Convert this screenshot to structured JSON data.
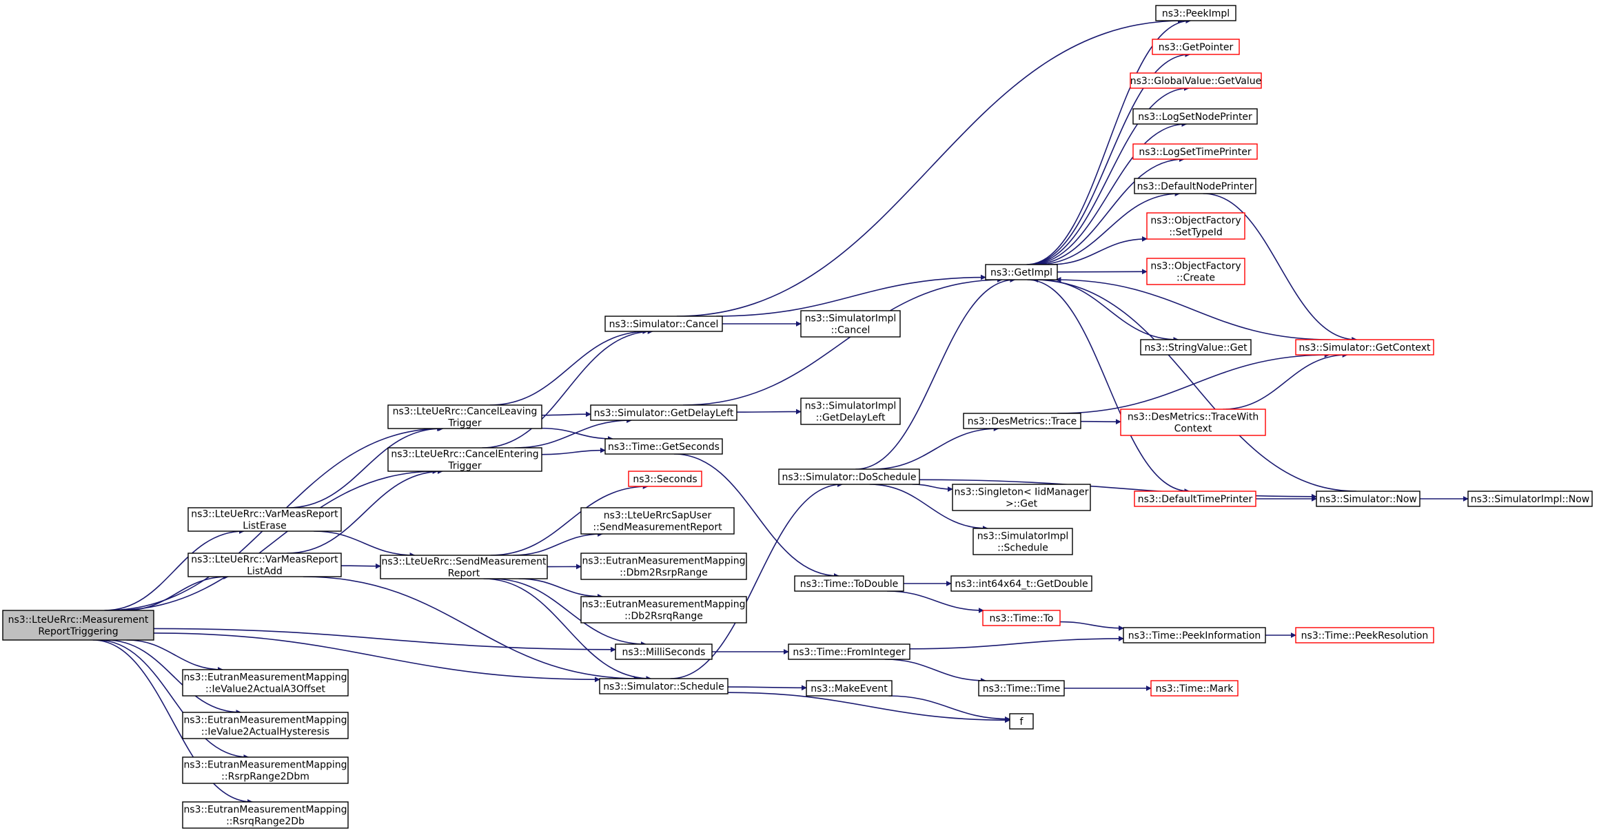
{
  "colors": {
    "edge": "#191970",
    "border_normal": "#000000",
    "border_truncated": "#ff0000",
    "fill_normal": "#ffffff",
    "fill_root": "#bfbfbf"
  },
  "nodes": [
    {
      "id": "root",
      "lines": [
        "ns3::LteUeRrc::Measurement",
        "ReportTriggering"
      ],
      "style": "root"
    },
    {
      "id": "cancelLeaving",
      "lines": [
        "ns3::LteUeRrc::CancelLeaving",
        "Trigger"
      ],
      "style": "normal"
    },
    {
      "id": "cancelEntering",
      "lines": [
        "ns3::LteUeRrc::CancelEntering",
        "Trigger"
      ],
      "style": "normal"
    },
    {
      "id": "varErase",
      "lines": [
        "ns3::LteUeRrc::VarMeasReport",
        "ListErase"
      ],
      "style": "normal"
    },
    {
      "id": "varAdd",
      "lines": [
        "ns3::LteUeRrc::VarMeasReport",
        "ListAdd"
      ],
      "style": "normal"
    },
    {
      "id": "ieA3",
      "lines": [
        "ns3::EutranMeasurementMapping",
        "::IeValue2ActualA3Offset"
      ],
      "style": "normal"
    },
    {
      "id": "ieHyst",
      "lines": [
        "ns3::EutranMeasurementMapping",
        "::IeValue2ActualHysteresis"
      ],
      "style": "normal"
    },
    {
      "id": "rsrp2dbm",
      "lines": [
        "ns3::EutranMeasurementMapping",
        "::RsrpRange2Dbm"
      ],
      "style": "normal"
    },
    {
      "id": "rsrq2db",
      "lines": [
        "ns3::EutranMeasurementMapping",
        "::RsrqRange2Db"
      ],
      "style": "normal"
    },
    {
      "id": "simCancel",
      "lines": [
        "ns3::Simulator::Cancel"
      ],
      "style": "normal"
    },
    {
      "id": "simDelayLeft",
      "lines": [
        "ns3::Simulator::GetDelayLeft"
      ],
      "style": "normal"
    },
    {
      "id": "timeGetSeconds",
      "lines": [
        "ns3::Time::GetSeconds"
      ],
      "style": "normal"
    },
    {
      "id": "sendMeas",
      "lines": [
        "ns3::LteUeRrc::SendMeasurement",
        "Report"
      ],
      "style": "normal"
    },
    {
      "id": "seconds",
      "lines": [
        "ns3::Seconds"
      ],
      "style": "truncated"
    },
    {
      "id": "sapSend",
      "lines": [
        "ns3::LteUeRrcSapUser",
        "::SendMeasurementReport"
      ],
      "style": "normal"
    },
    {
      "id": "dbm2rsrp",
      "lines": [
        "ns3::EutranMeasurementMapping",
        "::Dbm2RsrpRange"
      ],
      "style": "normal"
    },
    {
      "id": "db2rsrq",
      "lines": [
        "ns3::EutranMeasurementMapping",
        "::Db2RsrqRange"
      ],
      "style": "normal"
    },
    {
      "id": "milli",
      "lines": [
        "ns3::MilliSeconds"
      ],
      "style": "normal"
    },
    {
      "id": "simSchedule",
      "lines": [
        "ns3::Simulator::Schedule"
      ],
      "style": "normal"
    },
    {
      "id": "implCancel",
      "lines": [
        "ns3::SimulatorImpl",
        "::Cancel"
      ],
      "style": "normal"
    },
    {
      "id": "implDelayLeft",
      "lines": [
        "ns3::SimulatorImpl",
        "::GetDelayLeft"
      ],
      "style": "normal"
    },
    {
      "id": "doSchedule",
      "lines": [
        "ns3::Simulator::DoSchedule"
      ],
      "style": "normal"
    },
    {
      "id": "toDouble",
      "lines": [
        "ns3::Time::ToDouble"
      ],
      "style": "normal"
    },
    {
      "id": "fromInteger",
      "lines": [
        "ns3::Time::FromInteger"
      ],
      "style": "normal"
    },
    {
      "id": "makeEvent",
      "lines": [
        "ns3::MakeEvent"
      ],
      "style": "normal"
    },
    {
      "id": "getImpl",
      "lines": [
        "ns3::GetImpl"
      ],
      "style": "normal"
    },
    {
      "id": "desTrace",
      "lines": [
        "ns3::DesMetrics::Trace"
      ],
      "style": "normal"
    },
    {
      "id": "singletonGet",
      "lines": [
        "ns3::Singleton< IidManager",
        ">::Get"
      ],
      "style": "normal"
    },
    {
      "id": "implSchedule",
      "lines": [
        "ns3::SimulatorImpl",
        "::Schedule"
      ],
      "style": "normal"
    },
    {
      "id": "i64GetDouble",
      "lines": [
        "ns3::int64x64_t::GetDouble"
      ],
      "style": "normal"
    },
    {
      "id": "timeTo",
      "lines": [
        "ns3::Time::To"
      ],
      "style": "truncated"
    },
    {
      "id": "timeTime",
      "lines": [
        "ns3::Time::Time"
      ],
      "style": "normal"
    },
    {
      "id": "f",
      "lines": [
        "f"
      ],
      "style": "normal"
    },
    {
      "id": "peekImpl",
      "lines": [
        "ns3::PeekImpl"
      ],
      "style": "normal"
    },
    {
      "id": "getPointer",
      "lines": [
        "ns3::GetPointer"
      ],
      "style": "truncated"
    },
    {
      "id": "gvGetValue",
      "lines": [
        "ns3::GlobalValue::GetValue"
      ],
      "style": "truncated"
    },
    {
      "id": "logNode",
      "lines": [
        "ns3::LogSetNodePrinter"
      ],
      "style": "normal"
    },
    {
      "id": "logTime",
      "lines": [
        "ns3::LogSetTimePrinter"
      ],
      "style": "truncated"
    },
    {
      "id": "defNode",
      "lines": [
        "ns3::DefaultNodePrinter"
      ],
      "style": "normal"
    },
    {
      "id": "ofSetTypeId",
      "lines": [
        "ns3::ObjectFactory",
        "::SetTypeId"
      ],
      "style": "truncated"
    },
    {
      "id": "ofCreate",
      "lines": [
        "ns3::ObjectFactory",
        "::Create"
      ],
      "style": "truncated"
    },
    {
      "id": "svGet",
      "lines": [
        "ns3::StringValue::Get"
      ],
      "style": "normal"
    },
    {
      "id": "desTraceCtx",
      "lines": [
        "ns3::DesMetrics::TraceWith",
        "Context"
      ],
      "style": "truncated"
    },
    {
      "id": "defTime",
      "lines": [
        "ns3::DefaultTimePrinter"
      ],
      "style": "truncated"
    },
    {
      "id": "peekInfo",
      "lines": [
        "ns3::Time::PeekInformation"
      ],
      "style": "normal"
    },
    {
      "id": "timeMark",
      "lines": [
        "ns3::Time::Mark"
      ],
      "style": "truncated"
    },
    {
      "id": "getContext",
      "lines": [
        "ns3::Simulator::GetContext"
      ],
      "style": "truncated"
    },
    {
      "id": "simNow",
      "lines": [
        "ns3::Simulator::Now"
      ],
      "style": "normal"
    },
    {
      "id": "peekRes",
      "lines": [
        "ns3::Time::PeekResolution"
      ],
      "style": "truncated"
    },
    {
      "id": "implNow",
      "lines": [
        "ns3::SimulatorImpl::Now"
      ],
      "style": "normal"
    }
  ],
  "edges": [
    [
      "root",
      "cancelLeaving"
    ],
    [
      "root",
      "cancelEntering"
    ],
    [
      "root",
      "varErase"
    ],
    [
      "root",
      "varAdd"
    ],
    [
      "root",
      "milli"
    ],
    [
      "root",
      "simSchedule"
    ],
    [
      "root",
      "ieA3"
    ],
    [
      "root",
      "ieHyst"
    ],
    [
      "root",
      "rsrp2dbm"
    ],
    [
      "root",
      "rsrq2db"
    ],
    [
      "cancelLeaving",
      "simCancel"
    ],
    [
      "cancelLeaving",
      "simDelayLeft"
    ],
    [
      "cancelLeaving",
      "timeGetSeconds"
    ],
    [
      "cancelEntering",
      "simCancel"
    ],
    [
      "cancelEntering",
      "simDelayLeft"
    ],
    [
      "cancelEntering",
      "timeGetSeconds"
    ],
    [
      "varErase",
      "cancelLeaving"
    ],
    [
      "varErase",
      "sendMeas"
    ],
    [
      "varAdd",
      "cancelEntering"
    ],
    [
      "varAdd",
      "sendMeas"
    ],
    [
      "varAdd",
      "simSchedule"
    ],
    [
      "sendMeas",
      "seconds"
    ],
    [
      "sendMeas",
      "sapSend"
    ],
    [
      "sendMeas",
      "dbm2rsrp"
    ],
    [
      "sendMeas",
      "db2rsrq"
    ],
    [
      "sendMeas",
      "milli"
    ],
    [
      "sendMeas",
      "simSchedule"
    ],
    [
      "simCancel",
      "peekImpl"
    ],
    [
      "simCancel",
      "getImpl"
    ],
    [
      "simCancel",
      "implCancel"
    ],
    [
      "simDelayLeft",
      "getImpl"
    ],
    [
      "simDelayLeft",
      "implDelayLeft"
    ],
    [
      "timeGetSeconds",
      "toDouble"
    ],
    [
      "milli",
      "fromInteger"
    ],
    [
      "simSchedule",
      "doSchedule"
    ],
    [
      "simSchedule",
      "makeEvent"
    ],
    [
      "simSchedule",
      "f"
    ],
    [
      "doSchedule",
      "getImpl"
    ],
    [
      "doSchedule",
      "desTrace"
    ],
    [
      "doSchedule",
      "singletonGet"
    ],
    [
      "doSchedule",
      "implSchedule"
    ],
    [
      "doSchedule",
      "simNow"
    ],
    [
      "toDouble",
      "i64GetDouble"
    ],
    [
      "toDouble",
      "timeTo"
    ],
    [
      "fromInteger",
      "peekInfo"
    ],
    [
      "fromInteger",
      "timeTime"
    ],
    [
      "makeEvent",
      "f"
    ],
    [
      "timeTo",
      "peekInfo"
    ],
    [
      "timeTime",
      "timeMark"
    ],
    [
      "getImpl",
      "peekImpl"
    ],
    [
      "getImpl",
      "getPointer"
    ],
    [
      "getImpl",
      "gvGetValue"
    ],
    [
      "getImpl",
      "logNode"
    ],
    [
      "getImpl",
      "logTime"
    ],
    [
      "getImpl",
      "defNode"
    ],
    [
      "getImpl",
      "ofSetTypeId"
    ],
    [
      "getImpl",
      "ofCreate"
    ],
    [
      "getImpl",
      "svGet"
    ],
    [
      "getImpl",
      "defTime"
    ],
    [
      "desTrace",
      "getContext"
    ],
    [
      "desTrace",
      "desTraceCtx"
    ],
    [
      "desTraceCtx",
      "getContext"
    ],
    [
      "defNode",
      "getContext"
    ],
    [
      "getContext",
      "getImpl"
    ],
    [
      "defTime",
      "simNow"
    ],
    [
      "simNow",
      "getImpl"
    ],
    [
      "simNow",
      "implNow"
    ],
    [
      "peekInfo",
      "peekRes"
    ]
  ]
}
